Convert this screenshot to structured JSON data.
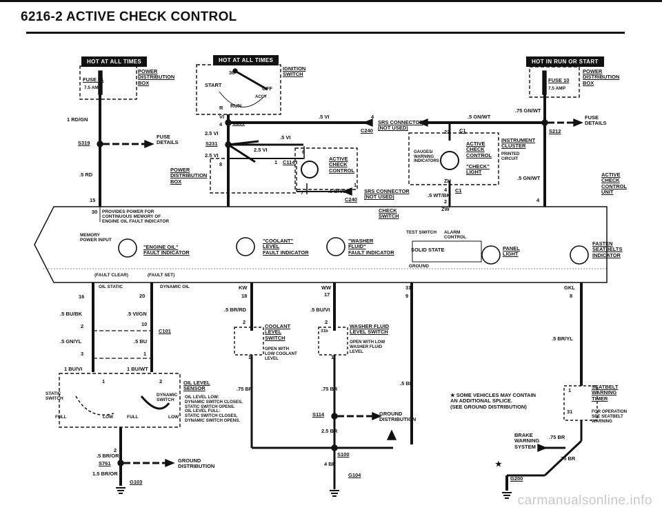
{
  "header": {
    "title": "6216-2   ACTIVE CHECK CONTROL"
  },
  "tags": {
    "hot1": "HOT AT ALL TIMES",
    "hot2": "HOT AT ALL TIMES",
    "hotrun": "HOT IN RUN OR START"
  },
  "left_fuse": {
    "fuse": "FUSE 21",
    "amp": "7.5 AMP",
    "box": "POWER\nDISTRIBUTION\nBOX",
    "wire1": "1 RD/GN",
    "s319": "S319",
    "fuse_details": "FUSE\nDETAILS",
    "wire2": ".5 RD",
    "pin15": "15"
  },
  "ignition": {
    "label": "IGNITION\nSWITCH",
    "start": "START",
    "off": "OFF",
    "acc": "ACCY",
    "run": "RUN",
    "r": "R",
    "vi": "VI",
    "p30": "30",
    "p4": "4",
    "c230": "C230",
    "w25a": "2.5 VI",
    "s231": "S231",
    "w25b": "2.5 VI",
    "w25c": "2.5 VI",
    "w25d": "2.5 VI",
    "p8": "8",
    "p1": "1",
    "c114": "C114",
    "p6": "6",
    "p7": "7",
    "w5vi": ".5 VI",
    "w5vi2": ".5 VI",
    "pdb": "POWER\nDISTRIBUTION\nBOX"
  },
  "srs": {
    "top": "SRS CONNECTOR\n(NOT USED)",
    "c240a": "C240",
    "p4": "4",
    "bottom": "SRS CONNECTOR\n(NOT USED)",
    "c240b": "C240",
    "w": ".5 BR/BK",
    "p1": "1"
  },
  "active_check_ctrl": "ACTIVE\nCHECK\nCONTROL",
  "cluster": {
    "gauges": "GAUGES/\nWARNING\nINDICATORS",
    "acc": "ACTIVE\nCHECK\nCONTROL",
    "check": "\"CHECK\"\nLIGHT",
    "ic": "INSTRUMENT\nCLUSTER",
    "printed": "PRINTED\nCIRCUIT",
    "w1": ".5 GN/WT",
    "w2": ".75 GN/WT",
    "w3": ".5 GN/WT",
    "w4": ".5 WT/BK",
    "c1a": "C1",
    "c1b": "C1",
    "p23": "23",
    "p2": "2",
    "p4": "4",
    "zh": "ZH",
    "zw": "ZW"
  },
  "right_fuse": {
    "fuse": "FUSE 10",
    "amp": "7.5 AMP",
    "box": "POWER\nDISTRIBUTION\nBOX",
    "s212": "S212",
    "details": "FUSE\nDETAILS",
    "acc_unit": "ACTIVE\nCHECK\nCONTROL\nUNIT",
    "p4": "4"
  },
  "unit": {
    "p30": "30",
    "provides": "PROVIDES POWER FOR\nCONTINUOUS MEMORY OF\nENGINE OIL FAULT INDICATOR",
    "check_switch": "CHECK\nSWITCH",
    "test": "TEST SWITCH",
    "alarm": "ALARM\nCONTROL",
    "memory": "MEMORY\nPOWER INPUT",
    "eng_oil": "\"ENGINE OIL\"\nFAULT INDICATOR",
    "coolant": "\"COOLANT\"\nLEVEL\nFAULT INDICATOR",
    "washer": "\"WASHER\nFLUID\"\nFAULT INDICATOR",
    "solid": "SOLID STATE",
    "ground": "GROUND",
    "panel": "PANEL\nLIGHT",
    "fasten": "FASTEN\nSEATBELTS\nINDICATOR",
    "fclear": "(FAULT CLEAR)",
    "fset": "(FAULT SET)",
    "oilstatic": "OIL STATIC",
    "dynoil": "DYNAMIC OIL",
    "kw": "KW",
    "ww": "WW",
    "p31": "31",
    "gkl": "GKL"
  },
  "pins": {
    "p16": "16",
    "p20": "20",
    "p18": "18",
    "p17": "17",
    "p9": "9",
    "p8": "8"
  },
  "lower_left": {
    "w1": ".5 BU/BK",
    "w2": ".5 VI/GN",
    "p2": "2",
    "p10": "10",
    "c101": "C101",
    "w3": ".5 GN/YL",
    "w4": ".5 BU",
    "p3": "3",
    "p1": "1",
    "w5": "1 BU/VI",
    "w6": "1 BU/WT",
    "q1": "1",
    "q2": "2",
    "static": "STATIC\nSWITCH",
    "dynamic": "DYNAMIC\nSWITCH",
    "full1": "FULL",
    "low1": "LOW",
    "full2": "FULL",
    "low2": "LOW",
    "sensor": "OIL LEVEL\nSENSOR",
    "desc": "OIL LEVEL LOW:\nDYNAMIC SWITCH CLOSES,\nSTATIC SWITCH OPENS.\nOIL LEVEL FULL:\nSTATIC SWITCH CLOSES,\nDYNAMIC SWITCH OPENS.",
    "w75br": ".75 BR",
    "r2": "2",
    "w7": ".5 BR/OR",
    "s761": "S761",
    "gdist": "GROUND\nDISTRIBUTION",
    "w8": "1.5 BR/OR",
    "g103": "G103"
  },
  "coolant_sw": {
    "w": ".5 BR/RD",
    "p2": "2",
    "p1": "1",
    "label": "COOLANT\nLEVEL\nSWITCH",
    "desc": "OPEN WITH\nLOW COOLANT\nLEVEL"
  },
  "washer_sw": {
    "w": ".5 BU/VI",
    "p2": "2",
    "p1": "1",
    "p31b": "31b",
    "label": "WASHER FLUID\nLEVEL SWITCH",
    "desc": "OPEN WITH LOW\nWASHER FLUID\nLEVEL"
  },
  "lower_mid": {
    "w75a": ".75 BR",
    "w5br": ".5 BR",
    "s114": "S114",
    "gdist": "GROUND\nDISTRIBUTION",
    "w25br": "2.5 BR",
    "s100": "S100",
    "w4br": "4 BR",
    "g104": "G104"
  },
  "lower_right": {
    "note": "★ SOME VEHICLES MAY CONTAIN\nAN ADDITIONAL SPLICE.\n(SEE GROUND DISTRIBUTION)",
    "w5bryl": ".5 BR/YL",
    "seatbelt": "SEATBELT\nWARNING\nTIMER",
    "p1": "1",
    "p31": "31",
    "for_op": "FOR OPERATION\nSEE SEATBELT\nWARNING",
    "brake": "BRAKE\nWARNING\nSYSTEM",
    "w75br": ".75 BR",
    "w75br2": ".75 BR",
    "g200": "G200",
    "star": "★"
  },
  "watermark": "carmanualsonline.info"
}
